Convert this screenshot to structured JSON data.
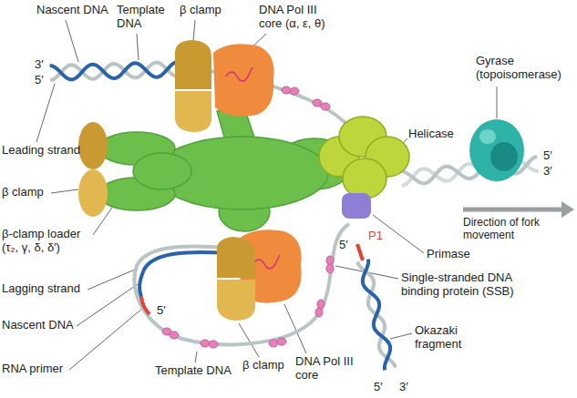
{
  "diagram": {
    "labels": [
      "Nascent DNA",
      "Template DNA",
      "β clamp",
      "DNA Pol III core (α, ε, θ)",
      "Gyrase (topoisomerase)",
      "3′",
      "5′",
      "Leading strand",
      "Helicase",
      "5′",
      "3′",
      "β clamp",
      "Direction of fork movement",
      "β-clamp loader (τ₂, γ, δ, δ′)",
      "Primase",
      "P1",
      "5′",
      "Single-stranded DNA binding protein (SSB)",
      "Lagging strand",
      "Nascent DNA",
      "5′",
      "DNA Pol III core",
      "Okazaki fragment",
      "RNA primer",
      "β clamp",
      "Template DNA",
      "5′",
      "3′"
    ]
  }
}
